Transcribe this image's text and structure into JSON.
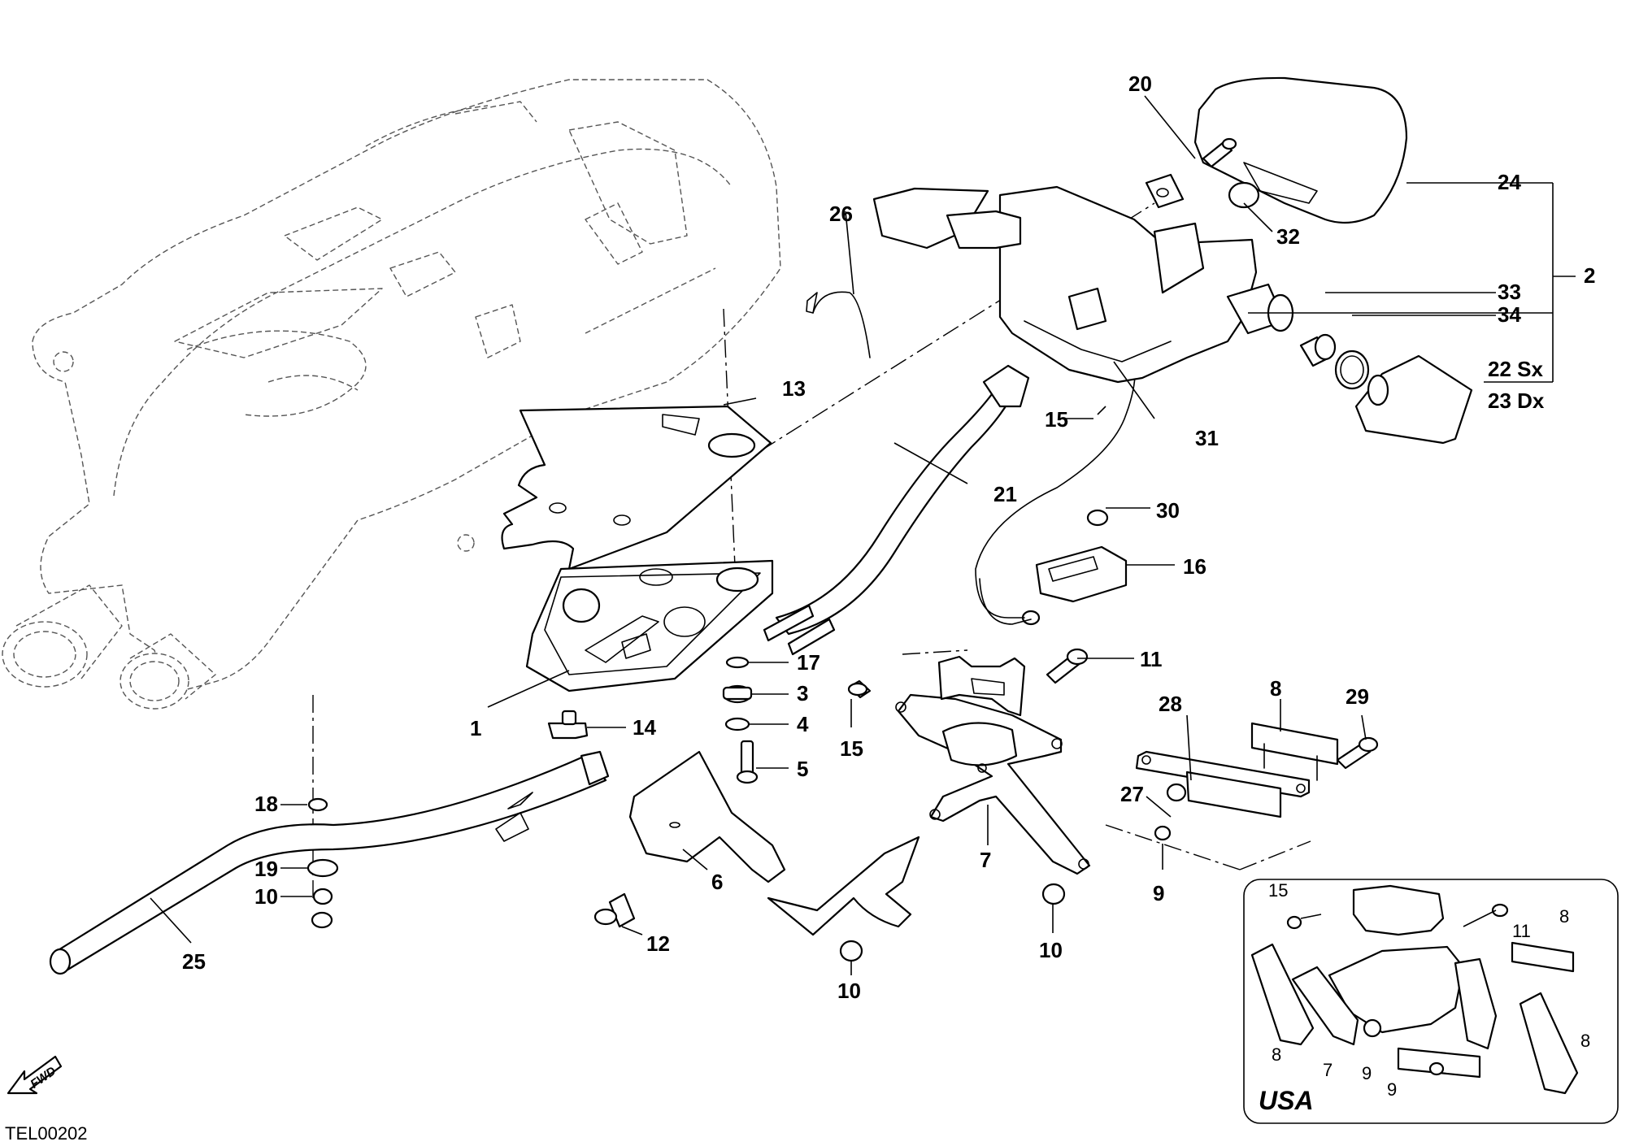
{
  "drawing_code": "TEL00202",
  "direction_marker": "FWD",
  "inset": {
    "title": "USA"
  },
  "callouts": {
    "c1": "1",
    "c2": "2",
    "c3": "3",
    "c4": "4",
    "c5": "5",
    "c6": "6",
    "c7": "7",
    "c8": "8",
    "c9": "9",
    "c10": "10",
    "c11": "11",
    "c12": "12",
    "c13": "13",
    "c14": "14",
    "c15": "15",
    "c16": "16",
    "c17": "17",
    "c18": "18",
    "c19": "19",
    "c20": "20",
    "c21": "21",
    "c22": "22 Sx",
    "c23": "23 Dx",
    "c24": "24",
    "c25": "25",
    "c26": "26",
    "c27": "27",
    "c28": "28",
    "c29": "29",
    "c30": "30",
    "c31": "31",
    "c32": "32",
    "c33": "33",
    "c34": "34"
  },
  "icons": [
    "fwd-arrow-icon"
  ]
}
